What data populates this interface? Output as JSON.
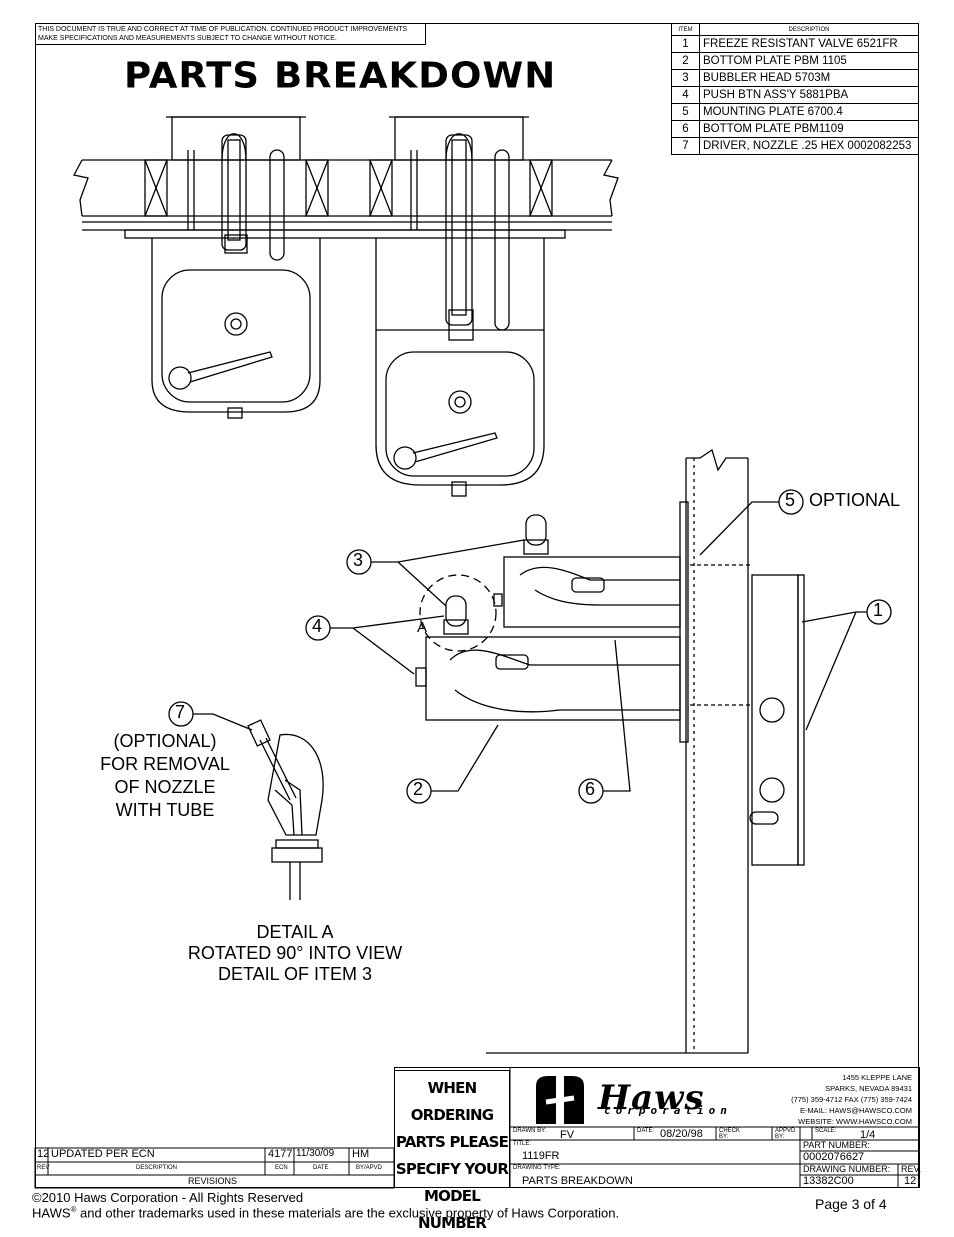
{
  "disclaimer": "THIS DOCUMENT IS TRUE AND CORRECT AT TIME OF PUBLICATION. CONTINUED PRODUCT IMPROVEMENTS MAKE SPECIFICATIONS AND MEASUREMENTS SUBJECT TO CHANGE WITHOUT NOTICE.",
  "title": "PARTS BREAKDOWN",
  "parts_table": {
    "header_item": "ITEM",
    "header_description": "DESCRIPTION",
    "rows": [
      {
        "item": "1",
        "description": "FREEZE RESISTANT VALVE 6521FR"
      },
      {
        "item": "2",
        "description": "BOTTOM PLATE PBM 1105"
      },
      {
        "item": "3",
        "description": "BUBBLER HEAD 5703M"
      },
      {
        "item": "4",
        "description": "PUSH BTN ASS'Y 5881PBA"
      },
      {
        "item": "5",
        "description": "MOUNTING PLATE 6700.4"
      },
      {
        "item": "6",
        "description": "BOTTOM PLATE PBM1109"
      },
      {
        "item": "7",
        "description": "DRIVER, NOZZLE .25 HEX 0002082253"
      }
    ]
  },
  "callouts": {
    "c1": "1",
    "c2": "2",
    "c3": "3",
    "c4": "4",
    "c5": "5",
    "c6": "6",
    "c7": "7",
    "optional5": "OPTIONAL",
    "detail_letter": "A"
  },
  "detail_note": {
    "line1": "(OPTIONAL)",
    "line2": "FOR REMOVAL",
    "line3": "OF NOZZLE",
    "line4": "WITH TUBE"
  },
  "detail_caption": {
    "line1": "DETAIL A",
    "line2": "ROTATED 90° INTO VIEW",
    "line3": "DETAIL OF ITEM 3"
  },
  "ordering": {
    "line1": "WHEN ORDERING",
    "line2": "PARTS PLEASE",
    "line3": "SPECIFY YOUR",
    "line4": "MODEL NUMBER"
  },
  "company": {
    "logo": "Haws",
    "logo_sub": "corporation",
    "address1": "1455 KLEPPE LANE",
    "address2": "SPARKS, NEVADA 89431",
    "phone": "(775) 359-4712    FAX (775) 359-7424",
    "email": "E-MAIL: HAWS@HAWSCO.COM",
    "website": "WEBSITE: WWW.HAWSCO.COM"
  },
  "title_block": {
    "drawn_by_label": "DRAWN BY:",
    "drawn_by": "FV",
    "date_label": "DATE:",
    "date": "08/20/98",
    "check_label": "CHECK BY:",
    "apvd_label": "APPVD BY:",
    "scale_label": "SCALE:",
    "scale": "1/4",
    "title_label": "TITLE:",
    "title": "1119FR",
    "part_number_label": "PART NUMBER:",
    "part_number": "0002076627",
    "drawing_type_label": "DRAWING TYPE:",
    "drawing_type": "PARTS BREAKDOWN",
    "drawing_number_label": "DRAWING NUMBER:",
    "drawing_number": "13382C00",
    "rev_label": "REV.",
    "rev": "12"
  },
  "revisions": {
    "row": {
      "rev": "12",
      "description": "UPDATED PER ECN",
      "ecn": "4177",
      "date": "11/30/09",
      "by": "HM"
    },
    "col_rev": "REV",
    "col_description": "DESCRIPTION",
    "col_ecn": "ECN",
    "col_date": "DATE",
    "col_by": "BY/APVD",
    "footer": "REVISIONS"
  },
  "footer": {
    "copyright": "©2010 Haws Corporation - All Rights Reserved",
    "trademark_pre": "HAWS",
    "trademark_reg": "®",
    "trademark_post": " and other trademarks used in these materials are the exclusive property of Haws Corporation.",
    "page": "Page  3 of 4"
  }
}
